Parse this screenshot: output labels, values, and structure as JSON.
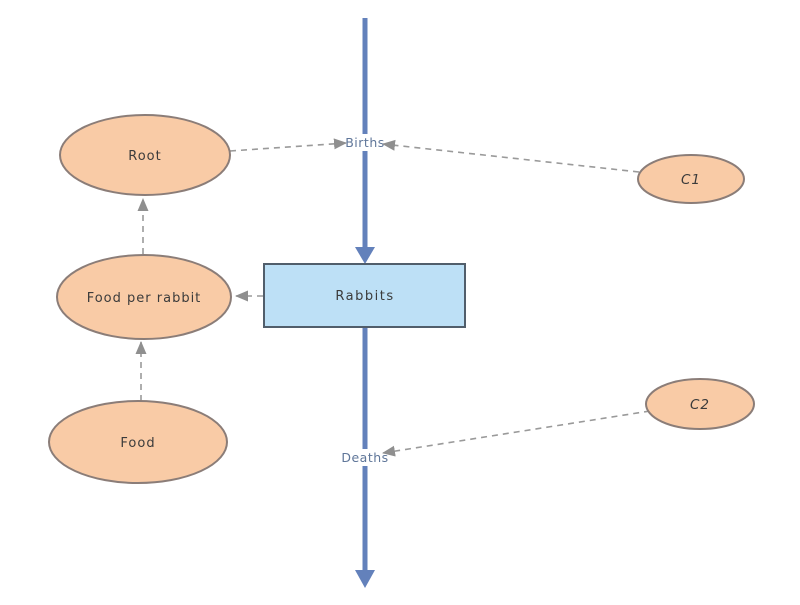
{
  "diagram": {
    "type": "stock-and-flow",
    "stock": {
      "label": "Rabbits"
    },
    "flows": {
      "births": {
        "label": "Births",
        "direction": "into-stock"
      },
      "deaths": {
        "label": "Deaths",
        "direction": "out-of-stock"
      }
    },
    "variables": {
      "root": {
        "label": "Root"
      },
      "food_per_rabbit": {
        "label": "Food per rabbit"
      },
      "food": {
        "label": "Food"
      },
      "c1": {
        "label": "C1"
      },
      "c2": {
        "label": "C2"
      }
    },
    "links": [
      {
        "from": "Root",
        "to": "Births"
      },
      {
        "from": "C1",
        "to": "Births"
      },
      {
        "from": "Rabbits",
        "to": "Food per rabbit"
      },
      {
        "from": "Food per rabbit",
        "to": "Root"
      },
      {
        "from": "Food",
        "to": "Food per rabbit"
      },
      {
        "from": "C2",
        "to": "Deaths"
      }
    ],
    "colors": {
      "background": "#FFFFFF",
      "variable_fill": "#F9CBA6",
      "variable_border": "#8B7D78",
      "stock_fill": "#BDE0F6",
      "stock_border": "#515E6B",
      "flow": "#6381BB",
      "link": "#9A9A9A",
      "link_arrow": "#8F8F8F",
      "flow_label": "#5F7699",
      "node_text": "#3B3B3B"
    }
  }
}
